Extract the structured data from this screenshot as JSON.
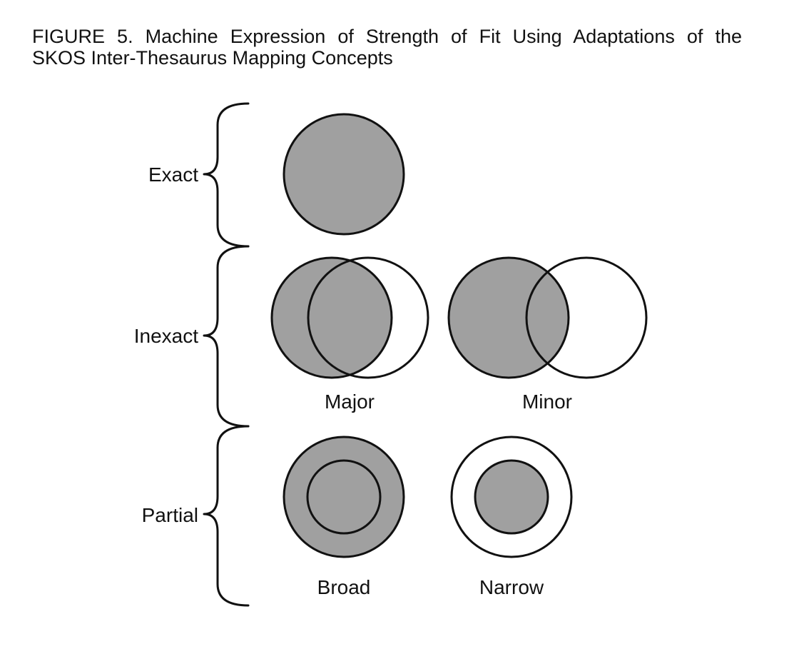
{
  "figure": {
    "caption_line1": "FIGURE 5. Machine Expression of Strength of Fit Using Adaptations of the",
    "caption_line2": "SKOS Inter-Thesaurus Mapping Concepts"
  },
  "groups": {
    "exact": {
      "label": "Exact"
    },
    "inexact": {
      "label": "Inexact"
    },
    "partial": {
      "label": "Partial"
    }
  },
  "variants": {
    "major": {
      "label": "Major"
    },
    "minor": {
      "label": "Minor"
    },
    "broad": {
      "label": "Broad"
    },
    "narrow": {
      "label": "Narrow"
    }
  },
  "colors": {
    "fill": "#a0a0a0",
    "stroke": "#111111",
    "background": "#ffffff"
  }
}
